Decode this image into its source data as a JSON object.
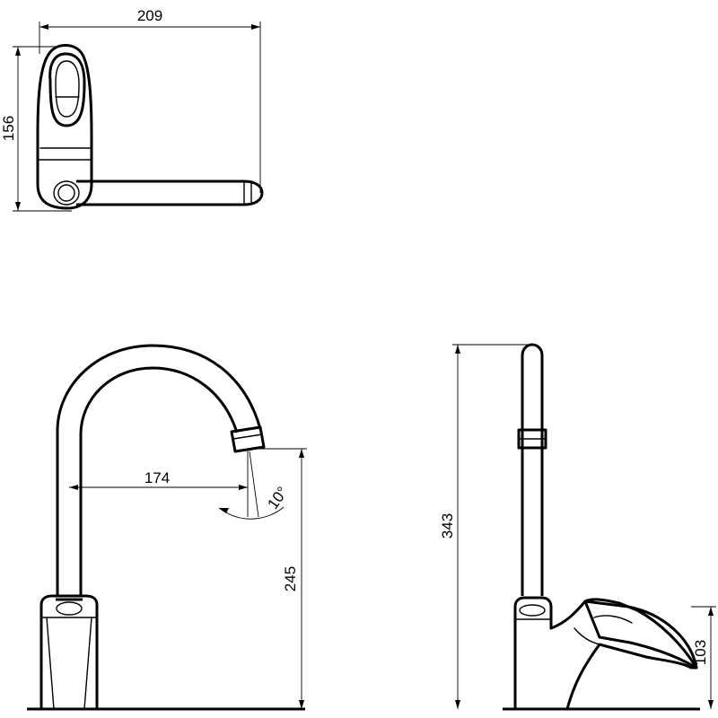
{
  "drawing": {
    "dimensions": {
      "top_width": "209",
      "top_depth": "156",
      "spout_reach": "174",
      "spout_angle": "10°",
      "outlet_height": "245",
      "overall_height": "343",
      "lever_height": "103"
    }
  }
}
